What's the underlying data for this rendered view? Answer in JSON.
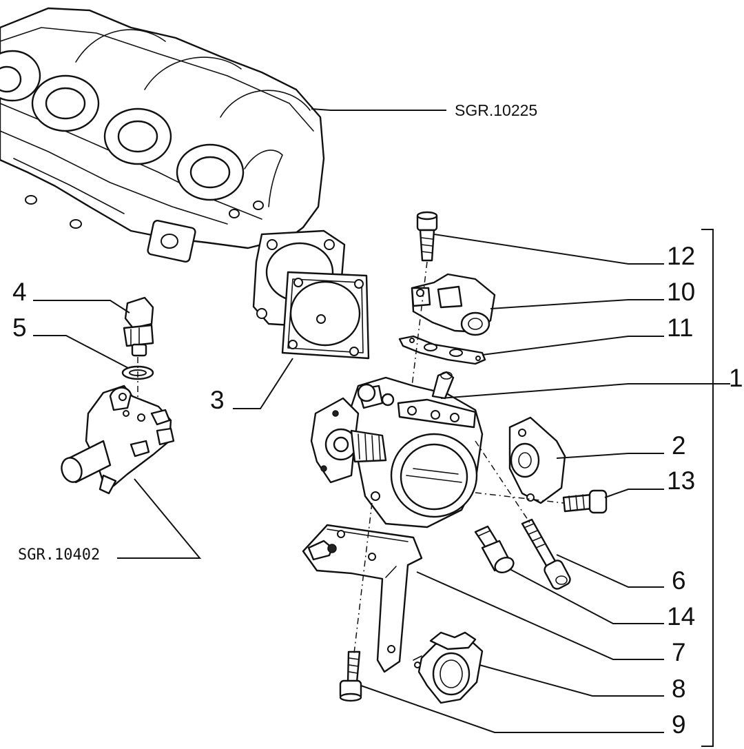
{
  "diagram": {
    "references": {
      "intake_manifold": "SGR.10225",
      "coolant_fitting": "SGR.10402"
    },
    "callouts": {
      "c1": "1",
      "c2": "2",
      "c3": "3",
      "c4": "4",
      "c5": "5",
      "c6": "6",
      "c7": "7",
      "c8": "8",
      "c9": "9",
      "c10": "10",
      "c11": "11",
      "c12": "12",
      "c13": "13",
      "c14": "14"
    }
  }
}
